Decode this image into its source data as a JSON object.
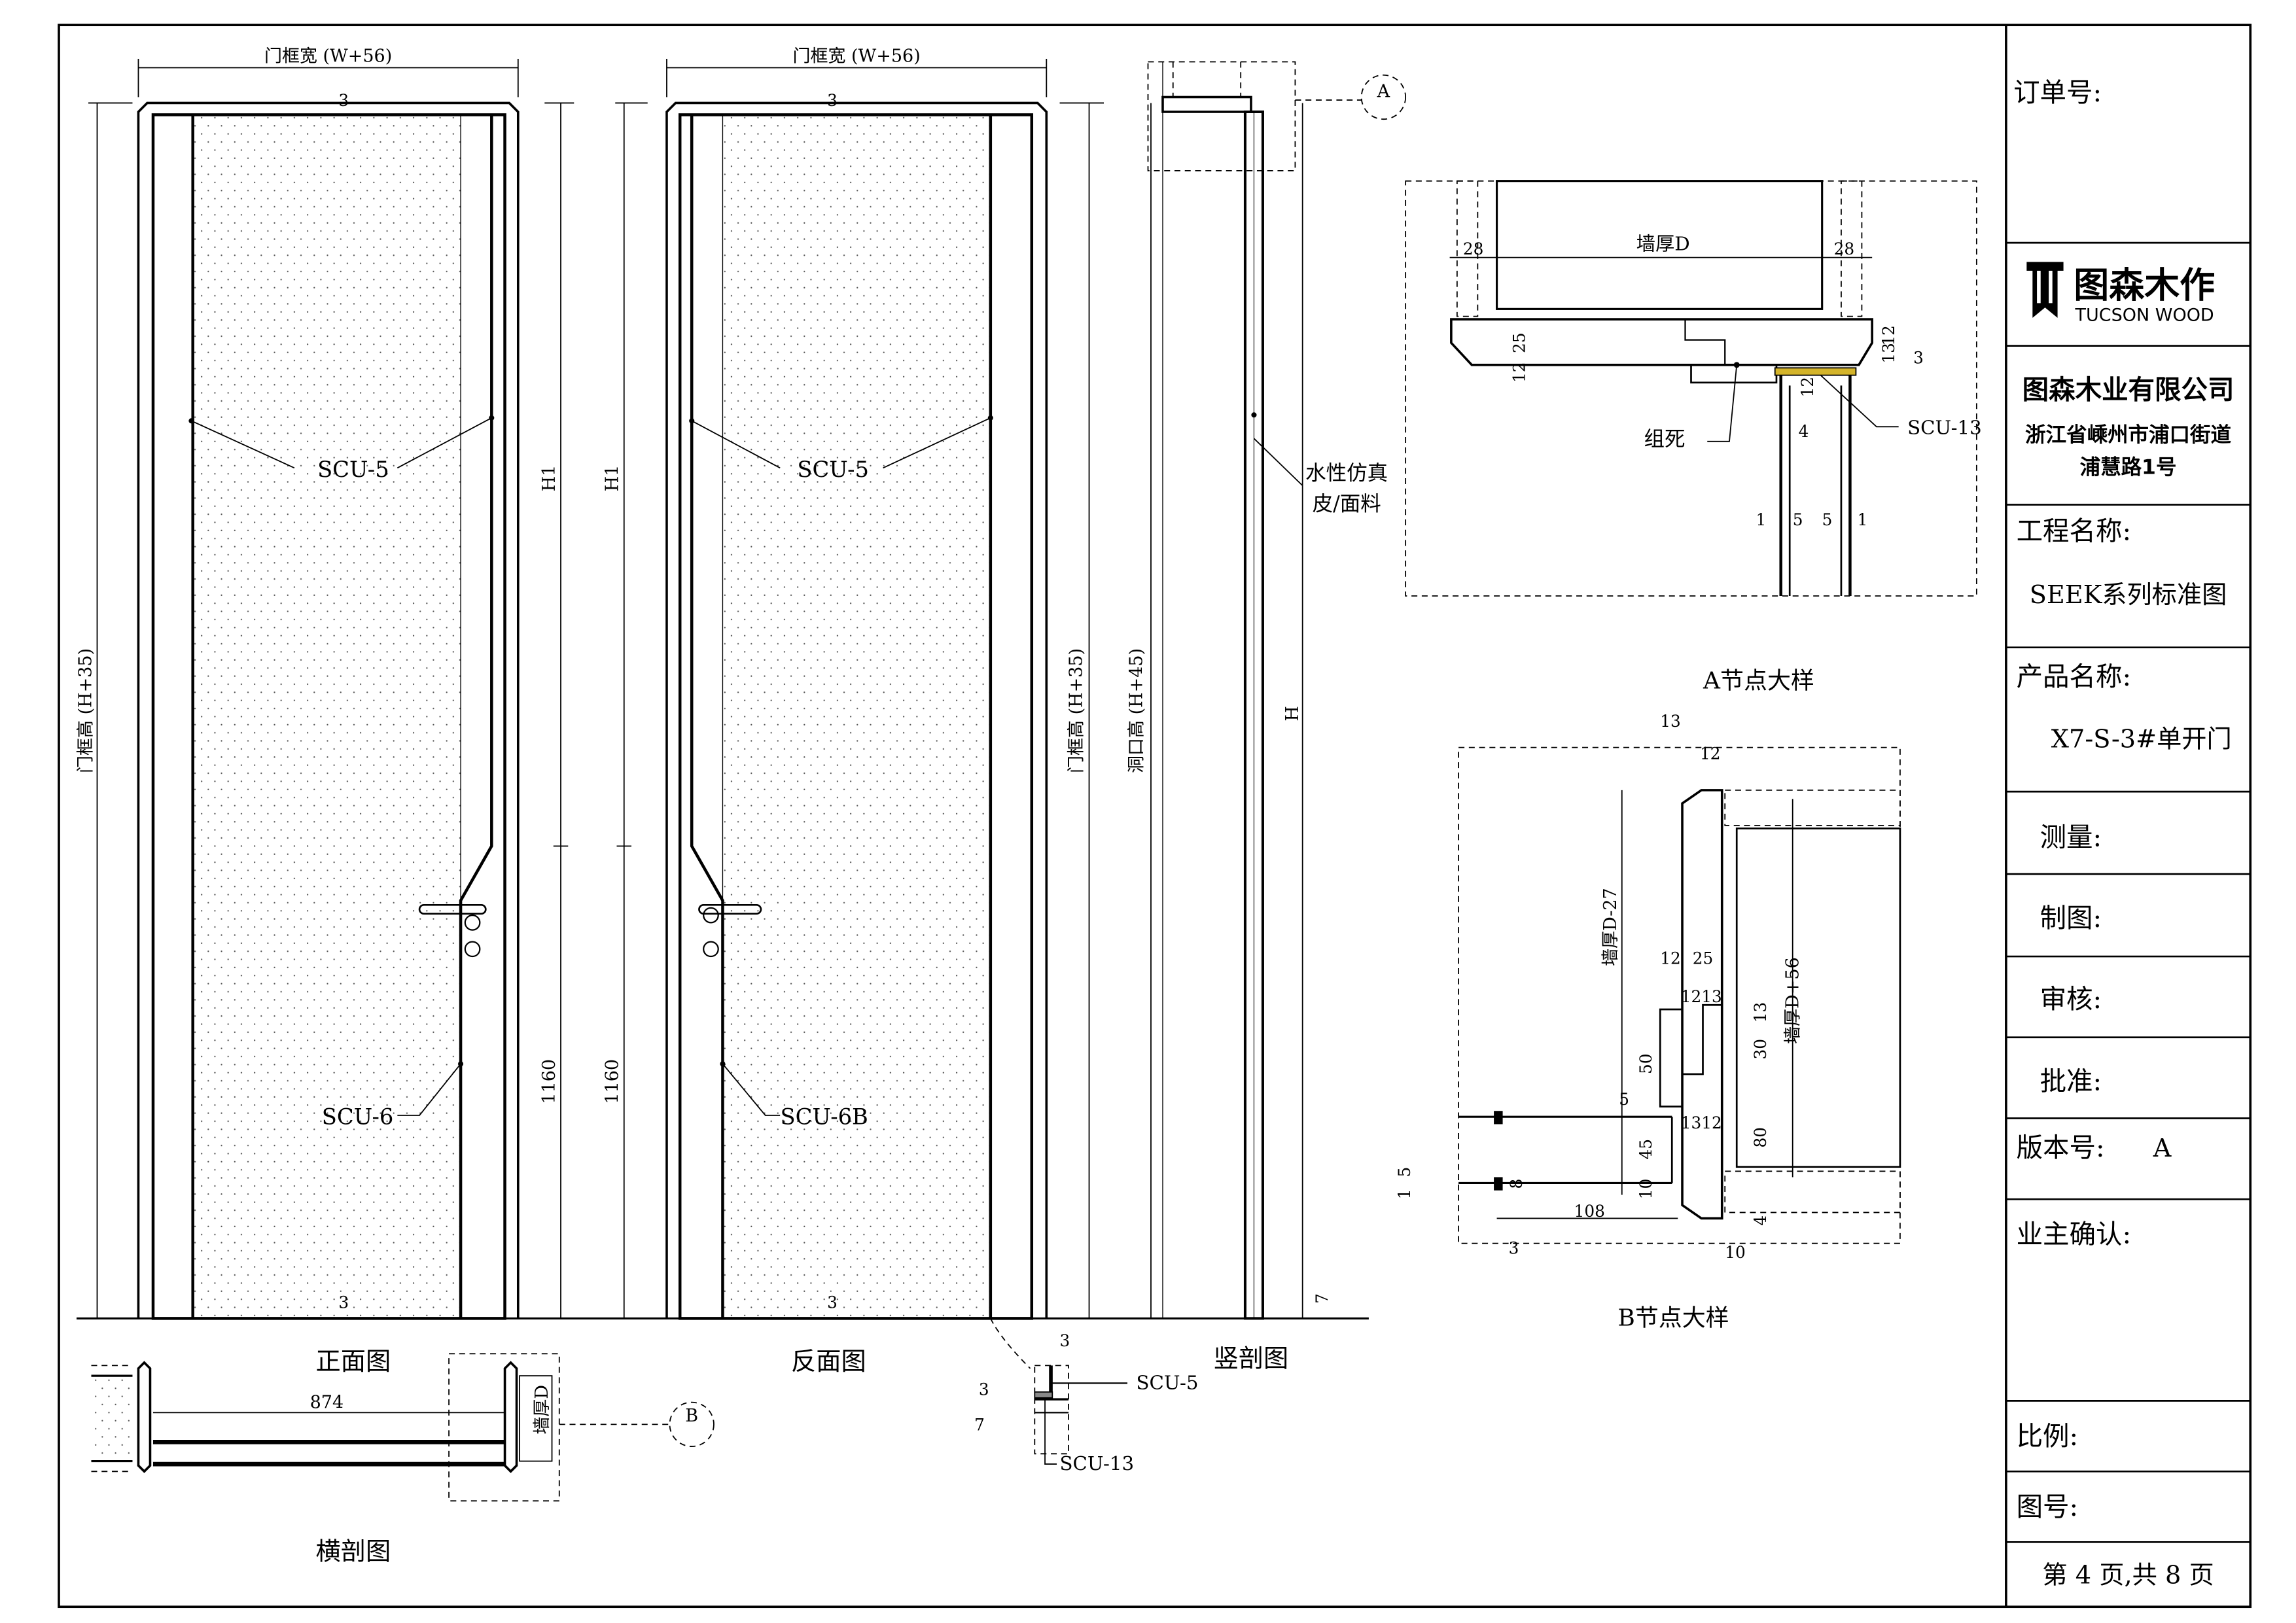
{
  "title_block": {
    "order_no_label": "订单号:",
    "logo_cn": "图森木作",
    "logo_en": "TUCSON WOOD",
    "company": "图森木业有限公司",
    "address_line1": "浙江省嵊州市浦口街道",
    "address_line2": "浦慧路1号",
    "project_label": "工程名称:",
    "project_value": "SEEK系列标准图",
    "product_label": "产品名称:",
    "product_value": "X7-S-3#单开门",
    "measure_label": "测量:",
    "drawn_label": "制图:",
    "review_label": "审核:",
    "approve_label": "批准:",
    "version_label": "版本号:",
    "version_value": "A",
    "owner_confirm_label": "业主确认:",
    "scale_label": "比例:",
    "drawing_no_label": "图号:",
    "page_text": "第 4 页,共 8 页"
  },
  "front_view": {
    "title": "正面图",
    "width_dim": "门框宽 (W+56)",
    "height_dim": "门框高 (H+35)",
    "h1": "H1",
    "dim_1160": "1160",
    "dim_top": "3",
    "dim_bottom": "3",
    "callout_top": "SCU-5",
    "callout_bottom": "SCU-6"
  },
  "back_view": {
    "title": "反面图",
    "width_dim": "门框宽 (W+56)",
    "height_dim": "门框高 (H+35)",
    "opening_dim": "洞口高 (H+45)",
    "h1": "H1",
    "dim_1160": "1160",
    "dim_top": "3",
    "dim_bottom": "3",
    "callout_top": "SCU-5",
    "callout_bottom": "SCU-6B"
  },
  "vertical_section": {
    "title": "竖剖图",
    "material_line1": "水性仿真",
    "material_line2": "皮/面料",
    "h": "H",
    "dim_bottom": "7",
    "marker": "A"
  },
  "horizontal_section": {
    "title": "横剖图",
    "width": "874",
    "wall": "墙厚D",
    "marker": "B"
  },
  "small_detail": {
    "scu5": "SCU-5",
    "scu13": "SCU-13",
    "d1": "3",
    "d2": "3",
    "d3": "7"
  },
  "detail_a": {
    "title": "A节点大样",
    "wall": "墙厚D",
    "left_28": "28",
    "right_28": "28",
    "d25": "25",
    "d12a": "12",
    "d12b": "12",
    "d12c": "12",
    "d13": "13",
    "d3": "3",
    "d4": "4",
    "d1a": "1",
    "d5a": "5",
    "d5b": "5",
    "d1b": "1",
    "fix_label": "组死",
    "scu": "SCU-13",
    "accent": "#d4b42a"
  },
  "detail_b": {
    "title": "B节点大样",
    "d13": "13",
    "d12": "12",
    "wall_minus": "墙厚D-27",
    "wall_plus": "墙厚D+56",
    "d12_25a": "12",
    "d12_25b": "25",
    "d12_13a": "12",
    "d12_13b": "13",
    "d13_12a": "13",
    "d13_12b": "12",
    "d50": "50",
    "d5": "5",
    "d45": "45",
    "d10": "10",
    "d108": "108",
    "d3": "3",
    "d8": "8",
    "d1": "1",
    "d5l": "5",
    "d13r": "13",
    "d30": "30",
    "d80": "80",
    "d4": "4",
    "d10b": "10"
  }
}
